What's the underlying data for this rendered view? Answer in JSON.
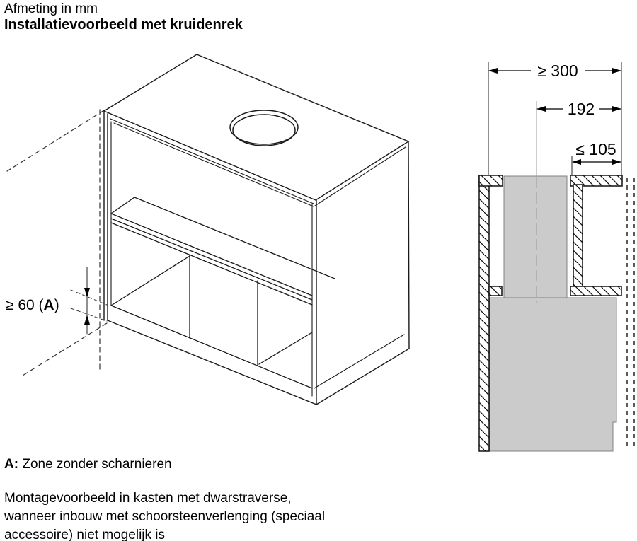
{
  "title": {
    "line1": "Afmeting in mm",
    "line2": "Installatievoorbeeld met kruidenrek"
  },
  "isometric": {
    "dim_hinge_zone": {
      "prefix": "≥ 60 (",
      "letter": "A",
      "suffix": ")"
    }
  },
  "cross_section": {
    "dim_width_min": "≥ 300",
    "dim_duct": "192",
    "dim_depth_max": "≤ 105"
  },
  "footer": {
    "note_label": "A:",
    "note_text": " Zone zonder scharnieren",
    "paragraph": [
      "Montagevoorbeeld in kasten met dwarstraverse,",
      "wanneer inbouw met schoorsteenverlenging (speciaal",
      "accessoire) niet mogelijk is"
    ]
  },
  "colors": {
    "line": "#1a1a1a",
    "duct_fill": "#cbcbcb",
    "centerline": "#a8a8a8"
  }
}
